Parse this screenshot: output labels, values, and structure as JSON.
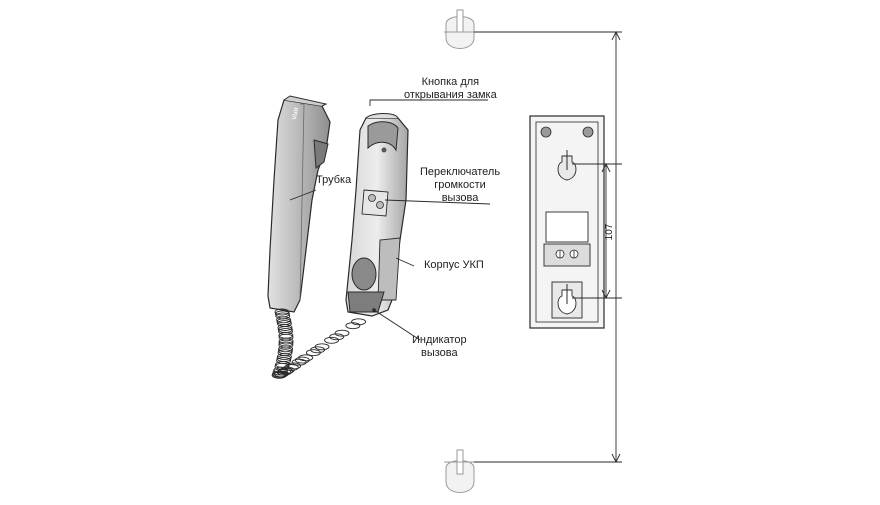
{
  "labels": {
    "unlock_button": [
      "Кнопка для",
      "открывания замка"
    ],
    "handset": "Трубка",
    "volume_switch": [
      "Переключатель",
      "громкости",
      "вызова"
    ],
    "body": "Корпус УКП",
    "call_indicator": [
      "Индикатор",
      "вызова"
    ],
    "dimension": "107",
    "brand": "Vizit"
  },
  "colors": {
    "line": "#2a2a2a",
    "fill_light": "#f1f1f1",
    "fill_mid": "#cfcfcf",
    "fill_dark": "#9a9a9a"
  }
}
